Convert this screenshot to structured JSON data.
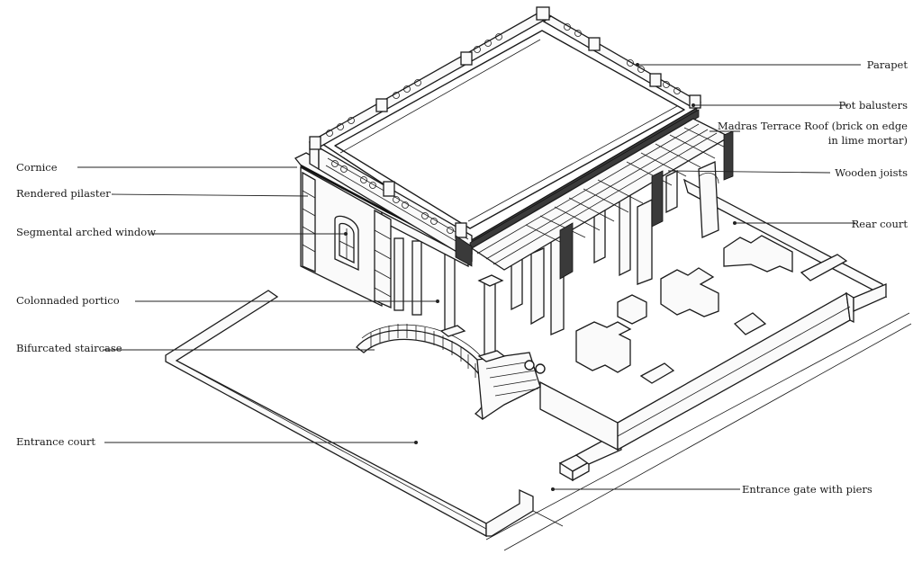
{
  "labels": {
    "cornice": "Cornice",
    "rendered_pilaster": "Rendered pilaster",
    "segmental_arched_window": "Segmental arched window",
    "colonnaded_portico": "Colonnaded portico",
    "bifurcated_staircase": "Bifurcated staircase",
    "entrance_court": "Entrance court",
    "parapet": "Parapet",
    "pot_balusters": "Pot balusters",
    "madras_terrace_roof_line1": "Madras Terrace Roof (brick on edge",
    "madras_terrace_roof_line2": "in lime mortar)",
    "wooden_joists": "Wooden joists",
    "rear_court": "Rear court",
    "entrance_gate_with_piers": "Entrance gate with piers"
  }
}
